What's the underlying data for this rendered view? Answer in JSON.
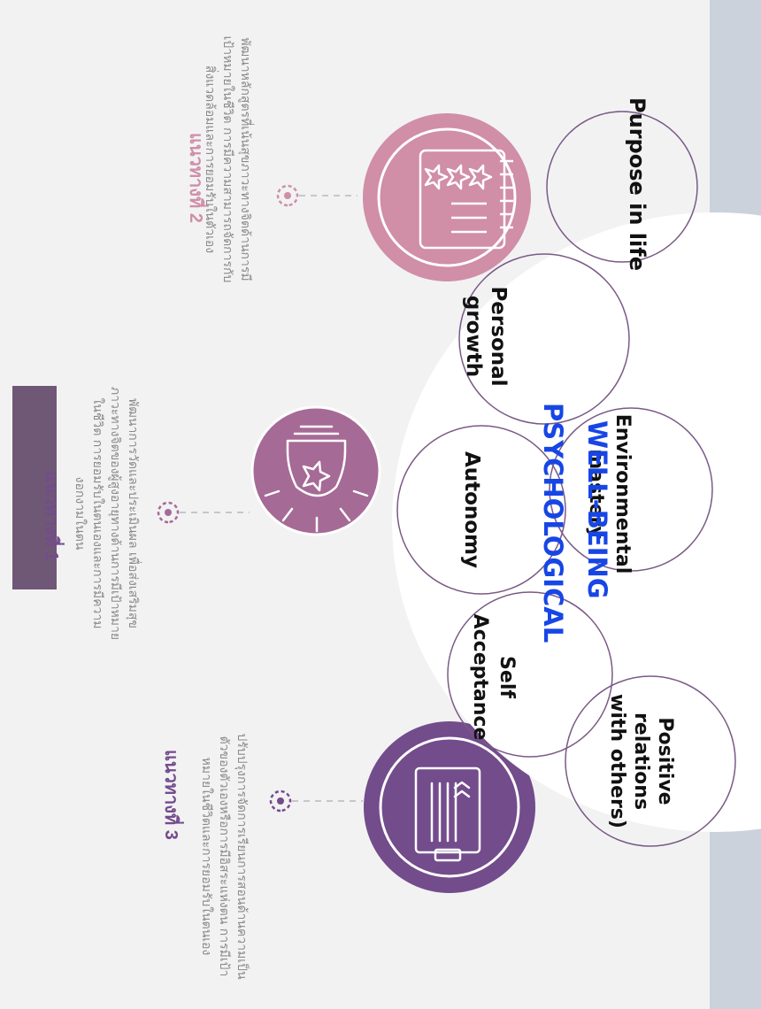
{
  "colors": {
    "background": "#f2f2f3",
    "right_band": "#cbd2dc",
    "pink": "#d08ea7",
    "mauve": "#a66a96",
    "purple": "#734c8c",
    "header_bar": "#6f5776",
    "title_blue": "#1746e6",
    "node_line": "#7a5a86",
    "desc_text": "#8a8a8a"
  },
  "approaches": [
    {
      "heading": "แนวทางที่ 2",
      "description": "พัฒนาหลักสูตรที่เน้นสุขภาวะทางจิตด้านการมีเป้าหมายในชีวิต การมีความสามารถจัดการกับสิ่งแวดล้อมและการยอมรับในตัวเอง",
      "icon": "notepad-stars-icon",
      "color": "#d08ea7"
    },
    {
      "heading": "แนวทางที่ 1",
      "description": "พัฒนาการวัดและประเมินผล เพื่อส่งเสริมสุขภาวะทางจิตของผู้สูงอายุทางด้านการมีเป้าหมายในชีวิต การยอมรับในตนเองและการมีความงอกงามในตน",
      "icon": "lightbulb-star-icon",
      "color": "#a66a96"
    },
    {
      "heading": "แนวทางที่ 3",
      "description": "ปรับปรุงการจัดการเรียนการสอนด้านความเป็นตัวของตัวเองหรือการมีอิสระแห่งตน การมีเป้าหมายในชีวิตและการยอมรับในตนเอง",
      "icon": "clipboard-icon",
      "color": "#734c8c"
    }
  ],
  "diagram": {
    "title_line1": "PSYCHOLOGICAL",
    "title_line2": "WELL-BEING",
    "nodes": {
      "purpose": "Purpose in life",
      "growth_1": "Personal",
      "growth_2": "growth",
      "autonomy": "Autonomy",
      "env_1": "Environmental",
      "env_2": "mastery",
      "self_1": "Self",
      "self_2": "Acceptance",
      "rel_1": "Positive",
      "rel_2": "relations",
      "rel_3": "with others)"
    }
  }
}
